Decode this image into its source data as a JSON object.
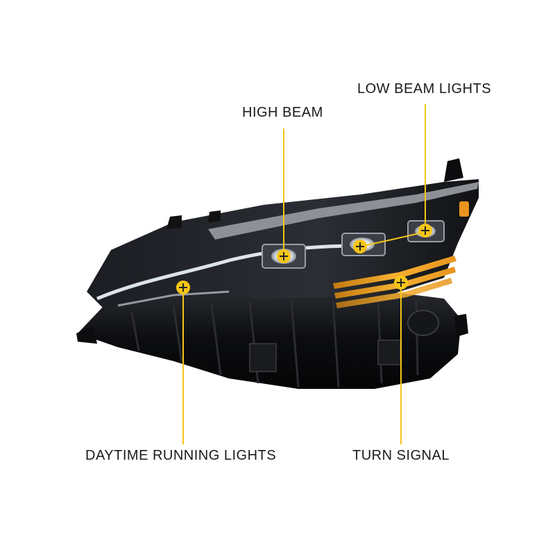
{
  "labels": {
    "high_beam": "HIGH BEAM",
    "low_beam": "LOW BEAM LIGHTS",
    "daytime_running": "DAYTIME RUNNING LIGHTS",
    "turn_signal": "TURN SIGNAL"
  },
  "colors": {
    "callout": "#f5c518",
    "housing": "#0e0f12",
    "amber": "#f0a020",
    "background": "#ffffff"
  },
  "icons": {
    "marker": "plus-circle-icon"
  }
}
